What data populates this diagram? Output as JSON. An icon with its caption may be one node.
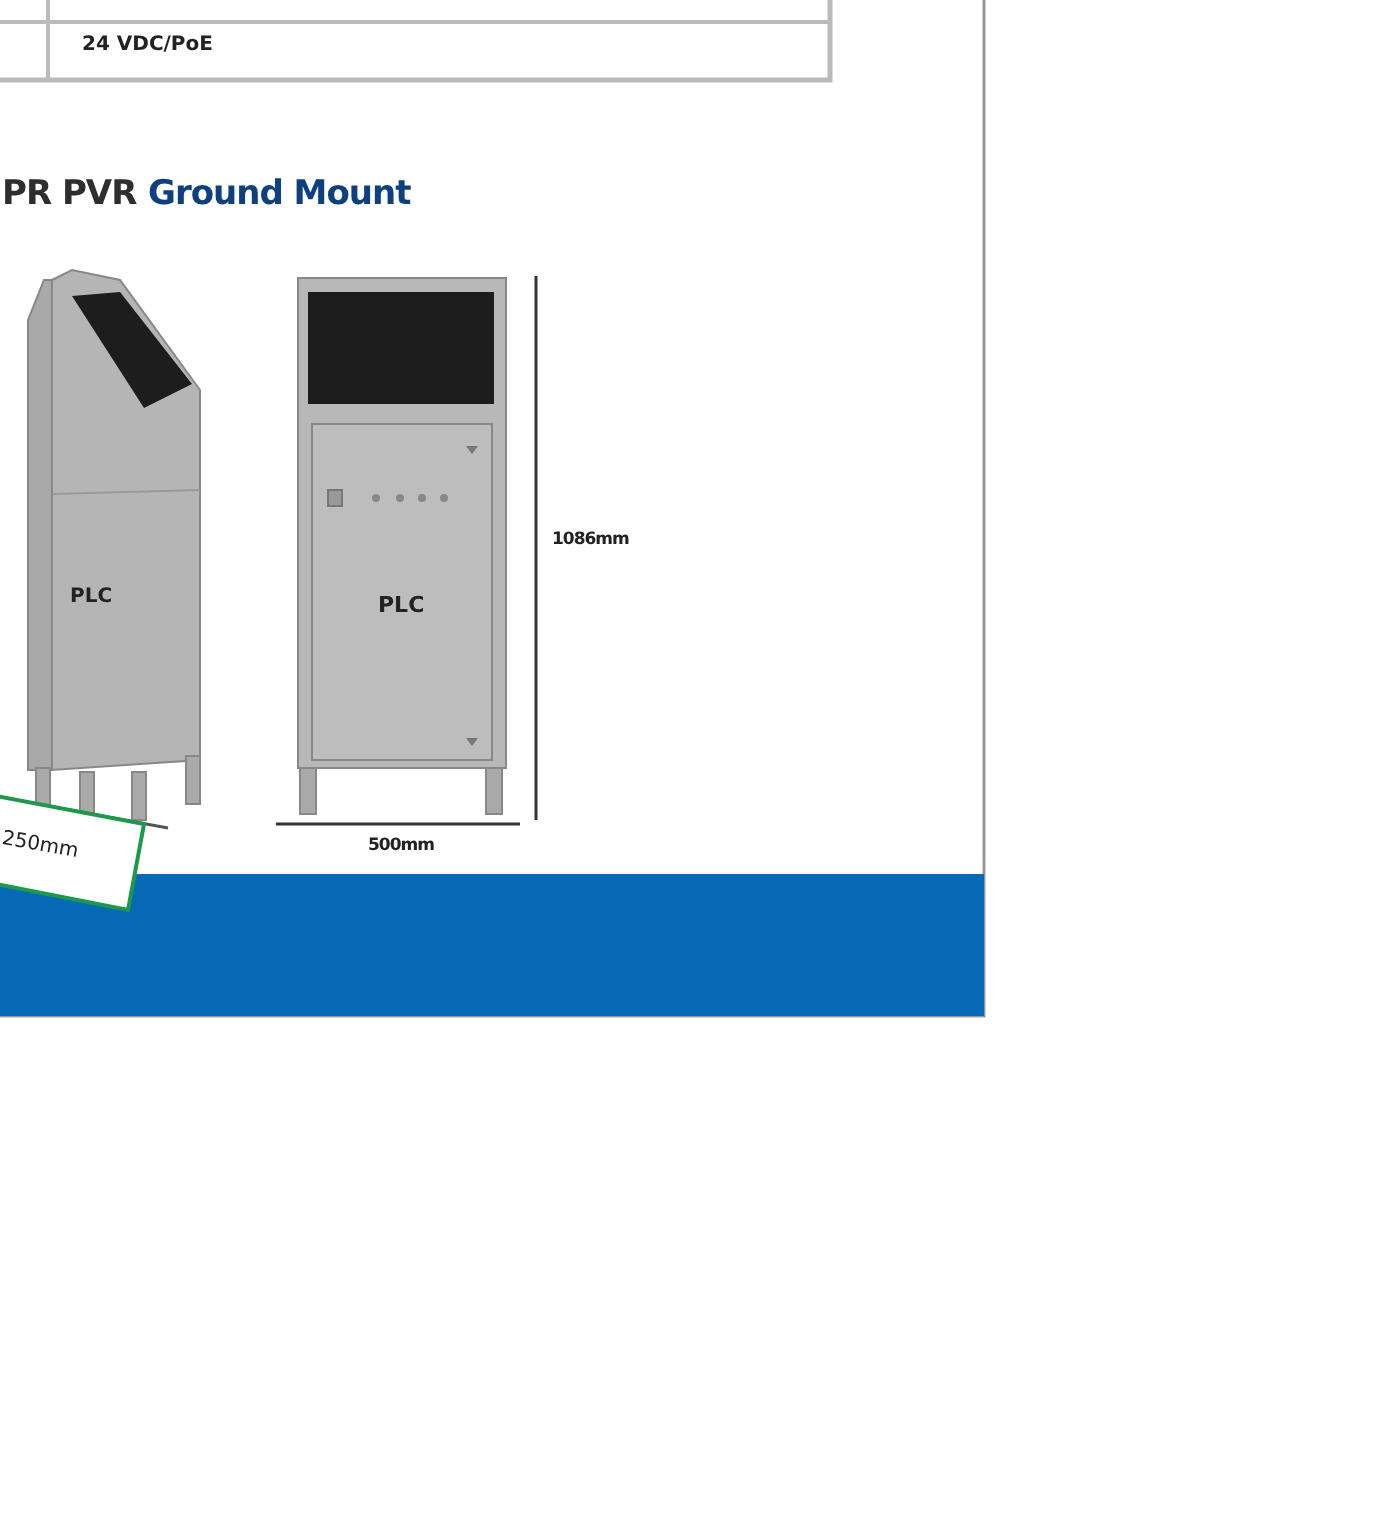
{
  "diagram": {
    "labels": [
      "24 VDC/PoE",
      "PR PVR",
      "Ground Mount",
      "PLC",
      "PLC",
      "1086mm",
      "500mm",
      "250mm"
    ]
  }
}
